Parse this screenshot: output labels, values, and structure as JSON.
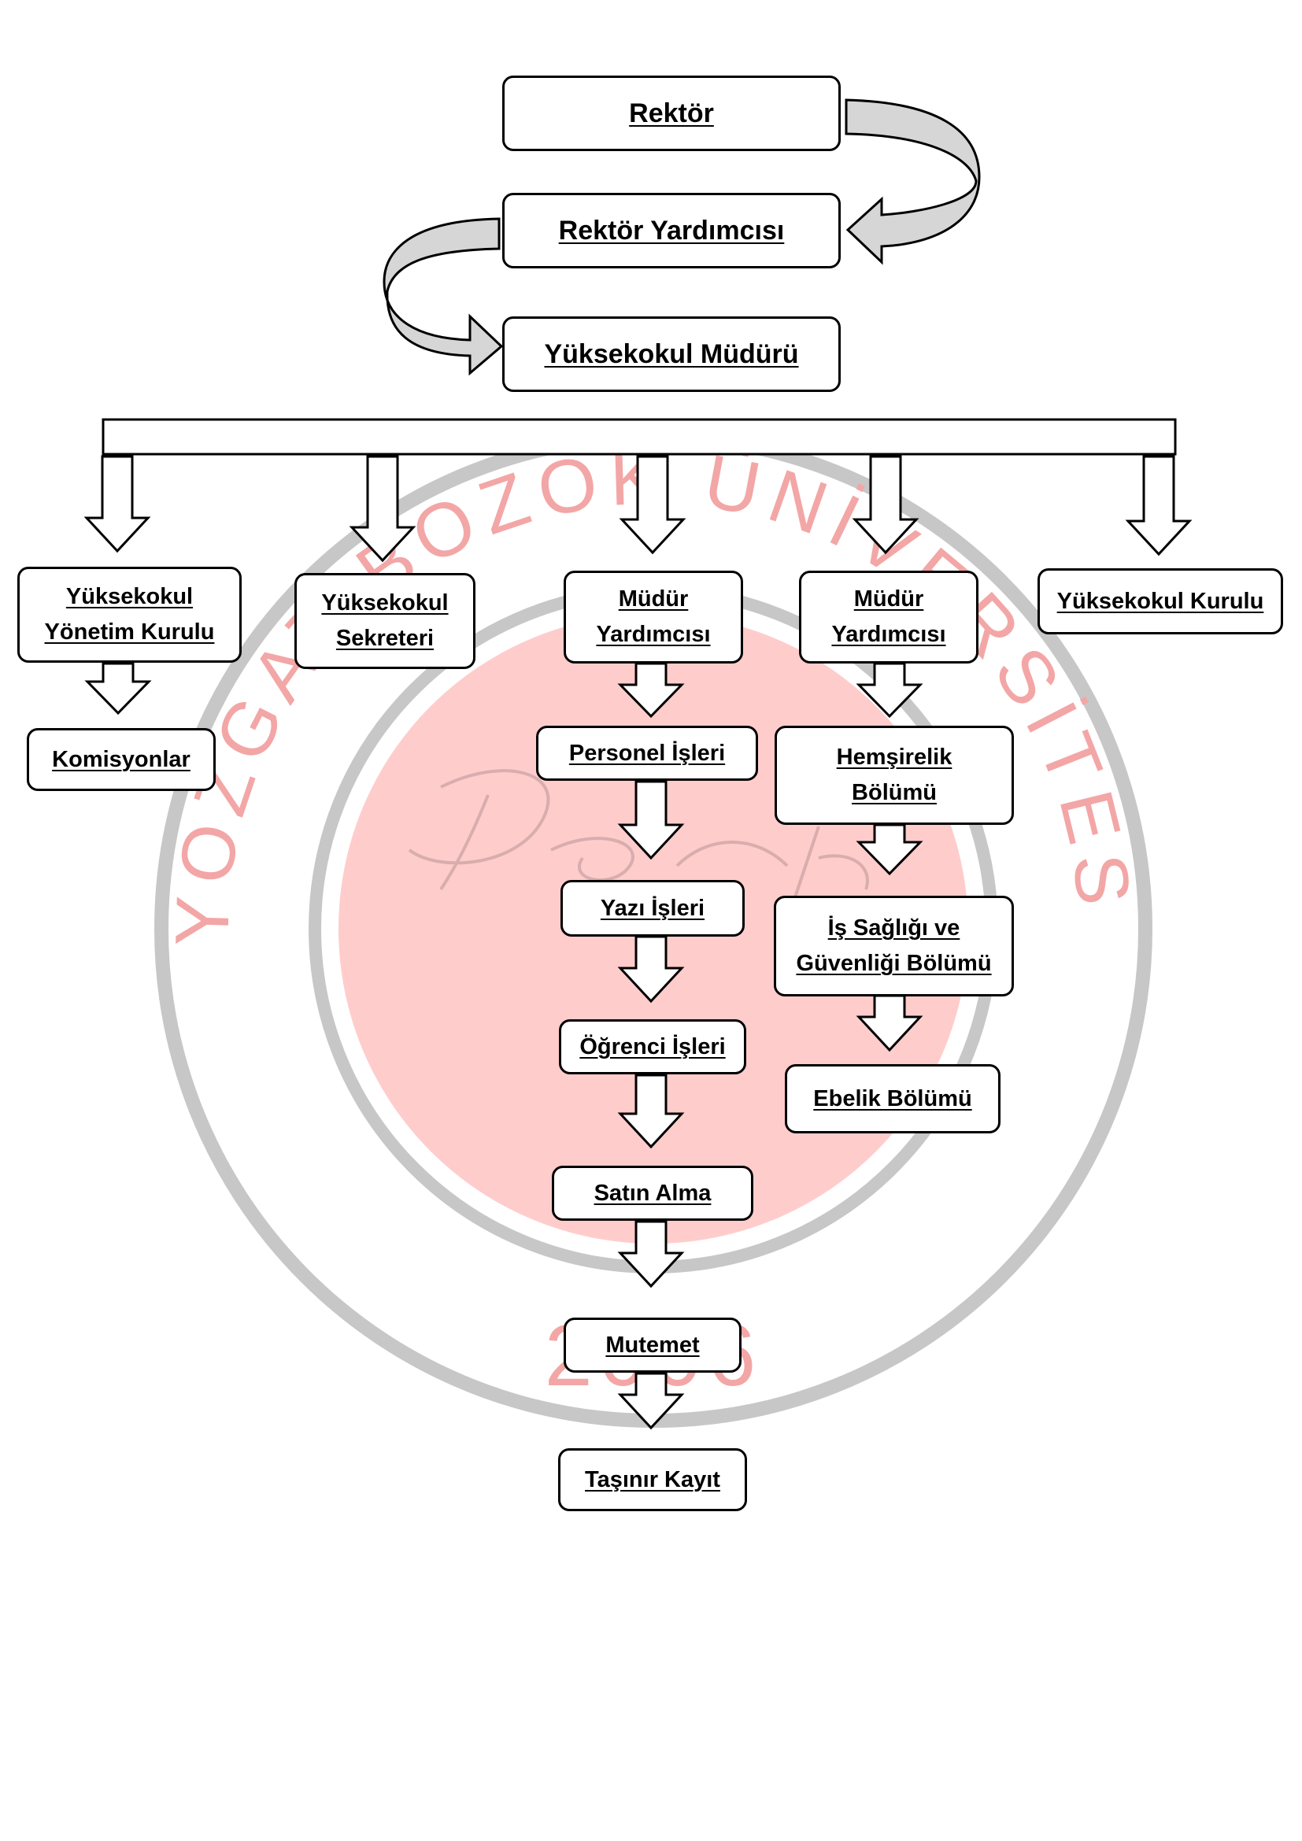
{
  "watermark": {
    "ring_text": "YOZGAT BOZOK ÜNİVERSİTESİ",
    "year_text": "2006",
    "colors": {
      "ring": "#bdbdbd",
      "text": "#f3a6a6",
      "center": "#ffcccc"
    }
  },
  "org_chart": {
    "rektor": "Rektör",
    "rektor_yardimcisi": "Rektör Yardımcısı",
    "yuksekokul_muduru": "Yüksekokul Müdürü",
    "yonetim_kurulu": [
      "Yüksekokul",
      "Yönetim Kurulu"
    ],
    "komisyonlar": "Komisyonlar",
    "sekreter": [
      "Yüksekokul",
      "Sekreteri"
    ],
    "mudur_yardimcisi_1": [
      "Müdür",
      "Yardımcısı"
    ],
    "mudur_yardimcisi_2": [
      "Müdür",
      "Yardımcısı"
    ],
    "yuksekokul_kurulu": "Yüksekokul Kurulu",
    "personel_isleri": "Personel İşleri",
    "yazi_isleri": "Yazı İşleri",
    "ogrenci_isleri": "Öğrenci İşleri",
    "satin_alma": "Satın Alma",
    "mutemet": "Mutemet",
    "tasinir_kayit": "Taşınır Kayıt",
    "hemsirelik": [
      "Hemşirelik",
      "Bölümü"
    ],
    "is_sagligi": [
      "İş Sağlığı ve",
      "Güvenliği Bölümü"
    ],
    "ebelik": "Ebelik Bölümü"
  },
  "style": {
    "line_color": "#000000",
    "curved_arrow_fill": "#d6d6d6"
  }
}
